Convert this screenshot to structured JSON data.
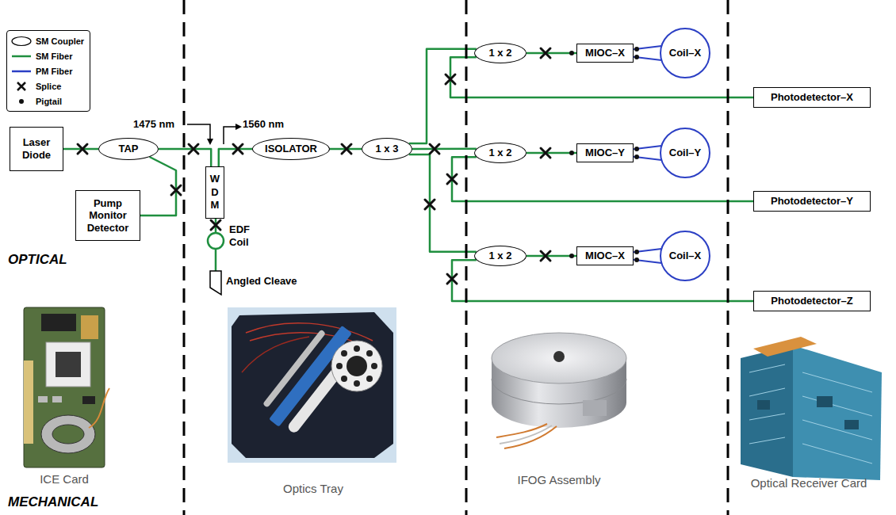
{
  "diagram": {
    "nodes": [
      {
        "text": [
          "Laser Diode"
        ]
      },
      {
        "text": [
          "TAP"
        ]
      },
      {
        "text": [
          "Pump Monitor Detector"
        ]
      },
      {
        "text": [
          "WDM"
        ]
      },
      {
        "text": [
          "ISOLATOR"
        ]
      },
      {
        "text": [
          "1 x 3"
        ]
      },
      {
        "text": [
          "1 x 2"
        ]
      },
      {
        "text": [
          "MIOC–X"
        ]
      },
      {
        "text": [
          "Coil–X"
        ]
      },
      {
        "text": [
          "Photodetector–X"
        ]
      },
      {
        "text": [
          "1 x 2"
        ]
      },
      {
        "text": [
          "MIOC–Y"
        ]
      },
      {
        "text": [
          "Coil–Y"
        ]
      },
      {
        "text": [
          "Photodetector–Y"
        ]
      },
      {
        "text": [
          "1 x 2"
        ]
      },
      {
        "text": [
          "MIOC–X"
        ]
      },
      {
        "text": [
          "Coil–X"
        ]
      },
      {
        "text": [
          "Photodetector–Z"
        ]
      }
    ],
    "edges": [
      {
        "from": 0,
        "to": 1,
        "arrow": "none"
      },
      {
        "from": 1,
        "to": 3,
        "arrow": "none"
      },
      {
        "from": 3,
        "to": 4,
        "arrow": "none"
      },
      {
        "from": 1,
        "to": 2,
        "arrow": "none"
      },
      {
        "from": 4,
        "to": 5,
        "arrow": "none"
      },
      {
        "from": 5,
        "to": 6,
        "arrow": "none"
      },
      {
        "from": 5,
        "to": 10,
        "arrow": "none"
      },
      {
        "from": 5,
        "to": 14,
        "arrow": "none"
      },
      {
        "from": 6,
        "to": 7,
        "arrow": "none"
      },
      {
        "from": 7,
        "to": 8,
        "arrow": "none"
      },
      {
        "from": 7,
        "to": 8,
        "arrow": "none"
      },
      {
        "from": 6,
        "to": 9,
        "arrow": "none"
      },
      {
        "from": 10,
        "to": 11,
        "arrow": "none"
      },
      {
        "from": 11,
        "to": 12,
        "arrow": "none"
      },
      {
        "from": 11,
        "to": 12,
        "arrow": "none"
      },
      {
        "from": 10,
        "to": 13,
        "arrow": "none"
      },
      {
        "from": 14,
        "to": 15,
        "arrow": "none"
      },
      {
        "from": 15,
        "to": 16,
        "arrow": "none"
      },
      {
        "from": 15,
        "to": 16,
        "arrow": "none"
      },
      {
        "from": 14,
        "to": 17,
        "arrow": "none"
      }
    ],
    "labels": [
      "1475 nm",
      "1560 nm",
      "EDF Coil",
      "Angled Cleave",
      "OPTICAL",
      "MECHANICAL",
      "ICE Card",
      "Optics Tray",
      "IFOG Assembly",
      "Optical Receiver Card"
    ],
    "legend": [
      {
        "text": "SM Coupler"
      },
      {
        "text": "SM Fiber"
      },
      {
        "text": "PM Fiber"
      },
      {
        "text": "Splice"
      },
      {
        "text": "Pigtail"
      }
    ]
  }
}
